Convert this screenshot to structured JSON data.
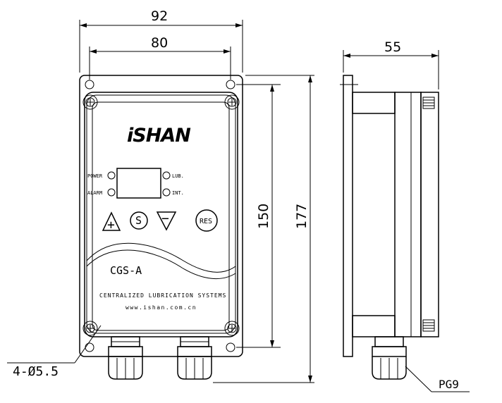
{
  "dimensions": {
    "overall_width": "92",
    "hole_spacing_width": "80",
    "depth": "55",
    "hole_spacing_height": "150",
    "overall_height": "177"
  },
  "callouts": {
    "mounting_holes": "4-Ø5.5",
    "cable_gland": "PG9"
  },
  "front_panel": {
    "brand": "iSHAN",
    "indicator_power": "POWER",
    "indicator_alarm": "ALARM",
    "indicator_lub": "LUB.",
    "indicator_int": "INT.",
    "button_plus": "+",
    "button_s": "S",
    "button_minus": "−",
    "button_res": "RES",
    "model": "CGS-A",
    "description": "CENTRALIZED LUBRICATION SYSTEMS",
    "website": "www.ishan.com.cn"
  }
}
